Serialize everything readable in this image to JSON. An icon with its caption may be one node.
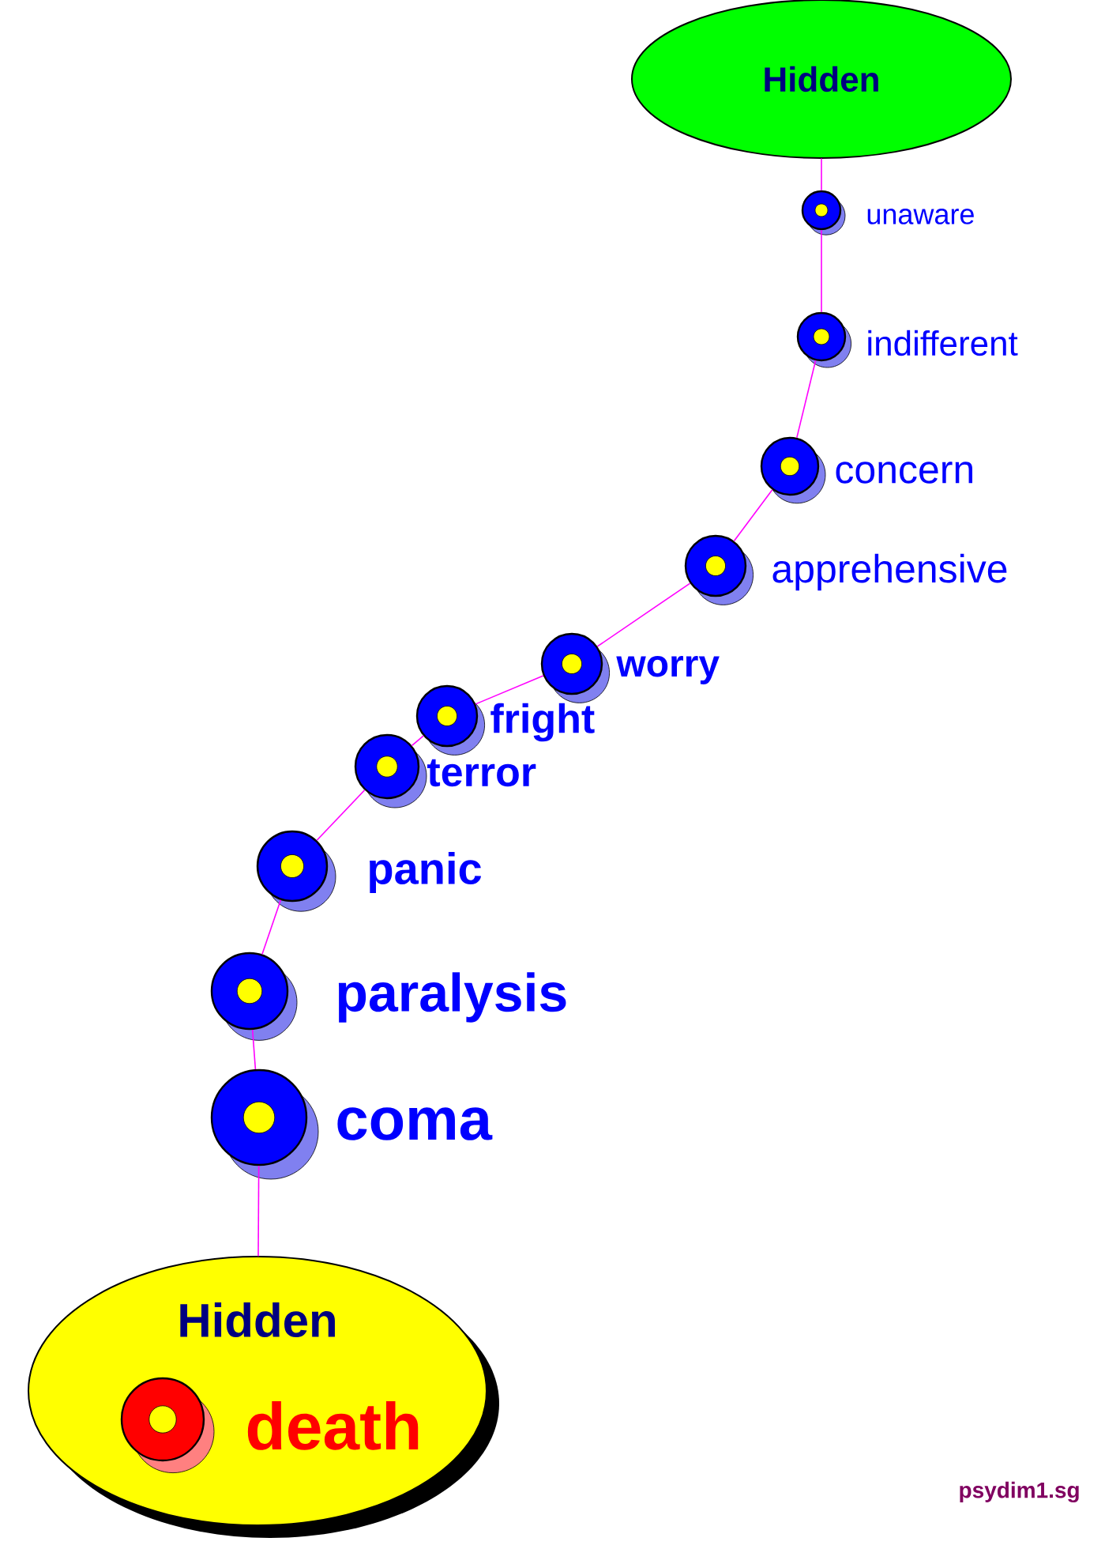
{
  "diagram": {
    "nodes": [
      {
        "text": [
          "Hidden"
        ]
      },
      {
        "text": [],
        "shape": "circle",
        "beside": [
          "unaware"
        ]
      },
      {
        "text": [],
        "shape": "circle",
        "beside": [
          "indifferent"
        ]
      },
      {
        "text": [],
        "shape": "circle",
        "beside": [
          "concern"
        ]
      },
      {
        "text": [],
        "shape": "circle",
        "beside": [
          "apprehensive"
        ]
      },
      {
        "text": [],
        "shape": "circle",
        "beside": [
          "worry"
        ]
      },
      {
        "text": [],
        "shape": "circle",
        "beside": [
          "fright"
        ]
      },
      {
        "text": [],
        "shape": "circle",
        "beside": [
          "terror"
        ]
      },
      {
        "text": [],
        "shape": "circle",
        "beside": [
          "panic"
        ]
      },
      {
        "text": [],
        "shape": "circle",
        "beside": [
          "paralysis"
        ]
      },
      {
        "text": [],
        "shape": "circle",
        "beside": [
          "coma"
        ]
      },
      {
        "text": [
          "Hidden"
        ]
      },
      {
        "text": [],
        "shape": "circle",
        "beside": [
          "death"
        ],
        "in": 11
      }
    ],
    "edges": [
      {
        "from": 0,
        "to": 1,
        "arrow": "none"
      },
      {
        "from": 1,
        "to": 2,
        "arrow": "none"
      },
      {
        "from": 2,
        "to": 3,
        "arrow": "none"
      },
      {
        "from": 3,
        "to": 4,
        "arrow": "none"
      },
      {
        "from": 4,
        "to": 5,
        "arrow": "none"
      },
      {
        "from": 5,
        "to": 6,
        "arrow": "none"
      },
      {
        "from": 6,
        "to": 7,
        "arrow": "none"
      },
      {
        "from": 7,
        "to": 8,
        "arrow": "none"
      },
      {
        "from": 8,
        "to": 9,
        "arrow": "none"
      },
      {
        "from": 9,
        "to": 10,
        "arrow": "none"
      },
      {
        "from": 10,
        "to": 11,
        "arrow": "none"
      }
    ],
    "labels": [
      "psydim1.sg"
    ]
  }
}
